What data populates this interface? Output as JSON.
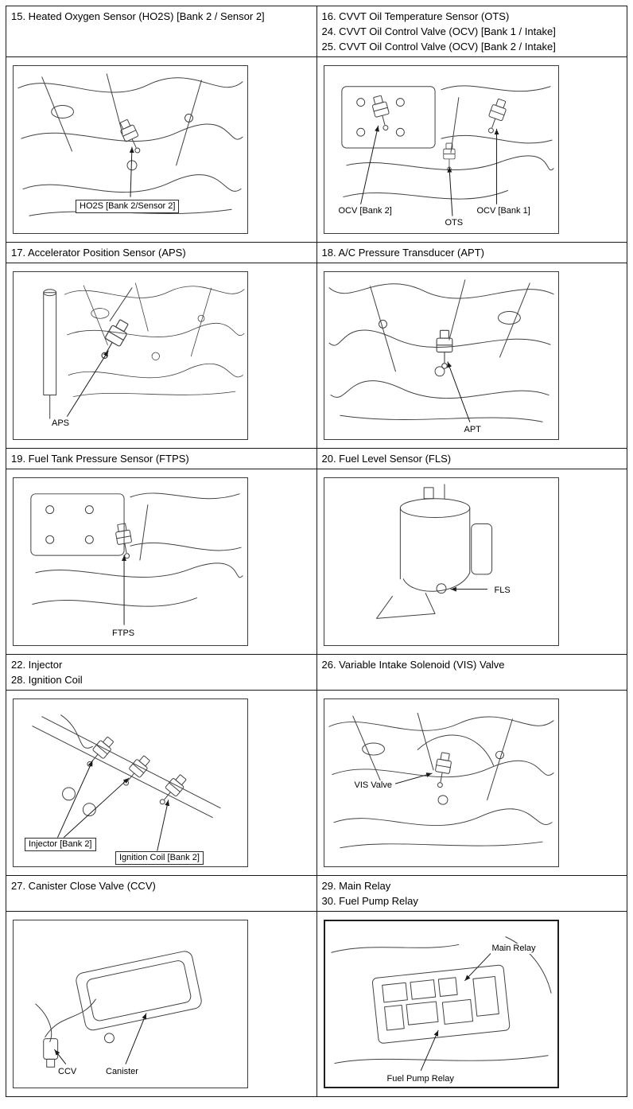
{
  "colors": {
    "border": "#1a1a1a",
    "ink": "#404040",
    "text": "#000000",
    "background": "#ffffff"
  },
  "cells": [
    {
      "header": [
        "15. Heated Oxygen Sensor (HO2S) [Bank 2 / Sensor 2]"
      ],
      "labels": [
        "HO2S [Bank 2/Sensor 2]"
      ]
    },
    {
      "header": [
        "16. CVVT Oil Temperature Sensor (OTS)",
        "24. CVVT Oil Control Valve (OCV) [Bank 1 / Intake]",
        "25. CVVT Oil Control Valve (OCV) [Bank 2 / Intake]"
      ],
      "labels": [
        "OCV [Bank 2]",
        "OTS",
        "OCV [Bank 1]"
      ]
    },
    {
      "header": [
        "17. Accelerator Position Sensor (APS)"
      ],
      "labels": [
        "APS"
      ]
    },
    {
      "header": [
        "18. A/C Pressure Transducer (APT)"
      ],
      "labels": [
        "APT"
      ]
    },
    {
      "header": [
        "19. Fuel Tank Pressure Sensor (FTPS)"
      ],
      "labels": [
        "FTPS"
      ]
    },
    {
      "header": [
        "20. Fuel Level Sensor (FLS)"
      ],
      "labels": [
        "FLS"
      ]
    },
    {
      "header": [
        "22. Injector",
        "28. Ignition Coil"
      ],
      "labels": [
        "Injector [Bank 2]",
        "Ignition Coil [Bank 2]"
      ]
    },
    {
      "header": [
        "26. Variable Intake Solenoid (VIS) Valve"
      ],
      "labels": [
        "VIS Valve"
      ]
    },
    {
      "header": [
        "27. Canister Close Valve (CCV)"
      ],
      "labels": [
        "CCV",
        "Canister"
      ]
    },
    {
      "header": [
        "29. Main Relay",
        "30. Fuel Pump Relay"
      ],
      "labels": [
        "Main Relay",
        "Fuel Pump Relay"
      ]
    }
  ]
}
